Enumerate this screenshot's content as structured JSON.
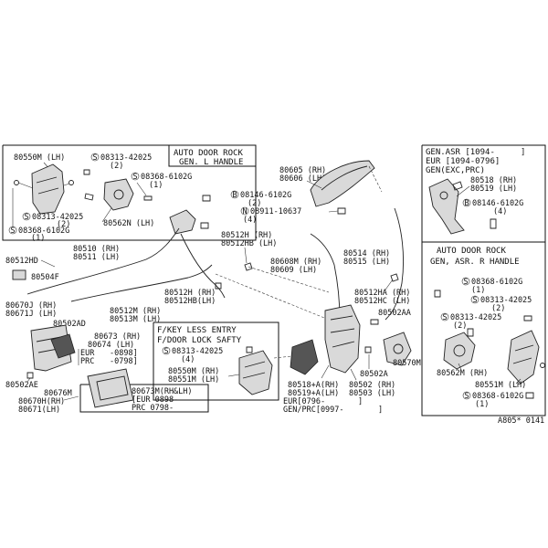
{
  "diagram_code": "A805* 0141",
  "panel_auto_l": {
    "title1": "AUTO DOOR ROCK",
    "title2": "GEN. L HANDLE",
    "labels": {
      "p80550M": "80550M (LH)",
      "s1a": "08313-42025",
      "s1a_q": "(2)",
      "s2a": "08368-6102G",
      "s2a_q": "(1)",
      "s1b": "08313-42025",
      "s1b_q": "(2)",
      "s2b": "08368-6102G",
      "s2b_q": "(1)",
      "p80562N": "80562N (LH)"
    }
  },
  "panel_gen_asr": {
    "title1": "GEN.ASR [1094-",
    "title1_end": "]",
    "title2": "EUR [1094-0796]",
    "title3": "GEN(EXC,PRC)",
    "labels": {
      "p80518": "80518 (RH)",
      "p80519": "80519 (LH)",
      "b08146": "08146-6102G",
      "b08146_q": "(4)"
    }
  },
  "panel_auto_r": {
    "title1": "AUTO DOOR ROCK",
    "title2": "GEN, ASR. R HANDLE",
    "labels": {
      "s1": "08368-6102G",
      "s1_q": "(1)",
      "s2": "08313-42025",
      "s2_q": "(2)",
      "s3": "08313-42025",
      "s3_q": "(2)",
      "p80562M": "80562M (RH)",
      "p80551M": "80551M (LH)",
      "s4": "08368-6102G",
      "s4_q": "(1)"
    }
  },
  "panel_keyless": {
    "title1": "F/KEY LESS ENTRY",
    "title2": "F/DOOR LOCK SAFTY",
    "labels": {
      "s1": "08313-42025",
      "s1_q": "(4)",
      "p80550M": "80550M (RH)",
      "p80551M": "80551M (LH)"
    }
  },
  "panel_handle_note": {
    "l1": "80673M(RH&LH)",
    "l2": "[EUR 0898-",
    "l3": " PRC 0798-"
  },
  "center_labels": {
    "p80605": "80605 (RH)",
    "p80606": "80606 (LH)",
    "b08146": "08146-6102G",
    "b08146_q": "(2)",
    "n08911": "08911-10637",
    "n08911_q": "(4)",
    "p80512H_a": "80512H  (RH)",
    "p80512HB_a": "80512HB (LH)",
    "p80510": "80510  (RH)",
    "p80511": "80511  (LH)",
    "p80512HD": "80512HD",
    "p80504F": "80504F",
    "p80608M": "80608M (RH)",
    "p80609": "80609  (LH)",
    "p80514": "80514 (RH)",
    "p80515": "80515 (LH)",
    "p80512HA": "80512HA (RH)",
    "p80512HC": "80512HC (LH)",
    "p80502AA": "80502AA",
    "p80512M": "80512M (RH)",
    "p80513M": "80513M (LH)",
    "p80512H_b": "80512H  (RH)",
    "p80512HB_b": "80512HB(LH)",
    "p80670J": "80670J (RH)",
    "p80671J": "80671J (LH)",
    "p80502AD": "80502AD",
    "p80673": "80673 (RH)",
    "p80674": "80674 (LH)",
    "eur": "EUR",
    "eur_r": "-0898]",
    "prc": "PRC",
    "prc_r": "-0798]",
    "p80570M": "80570M",
    "p80502A": "80502A",
    "p80518A": "80518+A(RH)",
    "p80519A": "80519+A(LH)",
    "p80502": "80502 (RH)",
    "p80503": "80503 (LH)",
    "eur2": "EUR[0796-",
    "eur2_r": "]",
    "genprc": "GEN/PRC[0997-",
    "genprc_r": "]",
    "p80502AE": "80502AE",
    "p80676M": "80676M",
    "p80670H": "80670H(RH)",
    "p80671H": "80671(LH)"
  }
}
